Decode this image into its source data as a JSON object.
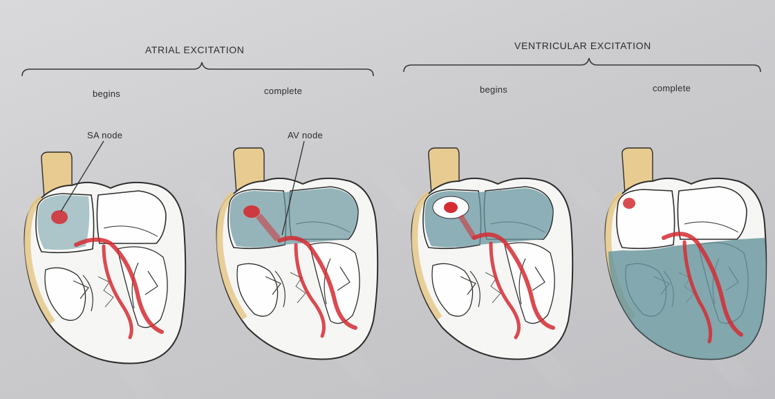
{
  "headers": {
    "atrial": "ATRIAL EXCITATION",
    "ventricular": "VENTRICULAR EXCITATION"
  },
  "stages": {
    "s1": "begins",
    "s2": "complete",
    "s3": "begins",
    "s4": "complete"
  },
  "callouts": {
    "sa_node": "SA node",
    "av_node": "AV node"
  },
  "colors": {
    "excitation_fill": "#5f8f99",
    "conduction_path": "#d21f26",
    "fat_tissue": "#e7c98a",
    "outline": "#1f1f1f"
  }
}
